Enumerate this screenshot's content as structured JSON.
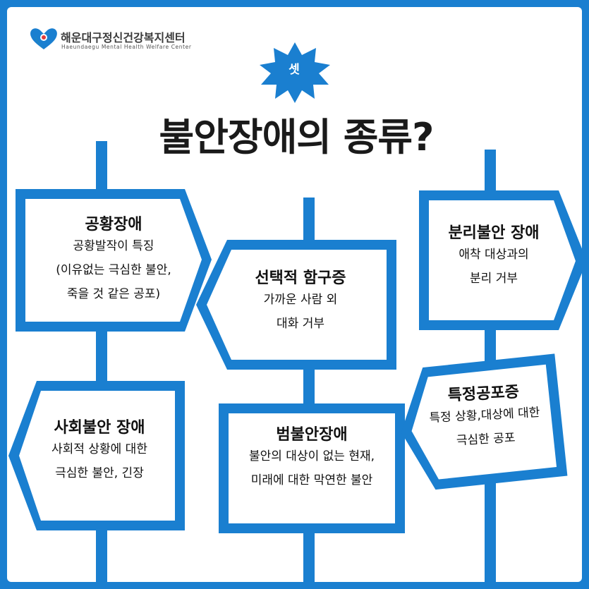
{
  "logo": {
    "name_ko": "해운대구정신건강복지센터",
    "name_en": "Haeundaegu Mental Health Welfare Center"
  },
  "badge": "셋",
  "title": "불안장애의 종류?",
  "colors": {
    "accent": "#1a7fd0",
    "frame": "#1a7fd0",
    "card": "#ffffff",
    "text": "#111111"
  },
  "signs": [
    {
      "title": "공황장애",
      "lines": [
        "공황발작이 특징",
        "(이유없는 극심한 불안,",
        "죽을 것 같은 공포)"
      ]
    },
    {
      "title": "선택적 함구증",
      "lines": [
        "가까운 사람 외",
        "대화 거부"
      ]
    },
    {
      "title": "분리불안 장애",
      "lines": [
        "애착 대상과의",
        "분리 거부"
      ]
    },
    {
      "title": "사회불안 장애",
      "lines": [
        "사회적 상황에 대한",
        "극심한 불안, 긴장"
      ]
    },
    {
      "title": "범불안장애",
      "lines": [
        "불안의 대상이 없는 현재,",
        "미래에 대한 막연한 불안"
      ]
    },
    {
      "title": "특정공포증",
      "lines": [
        "특정 상황,대상에 대한",
        "극심한 공포"
      ]
    }
  ]
}
